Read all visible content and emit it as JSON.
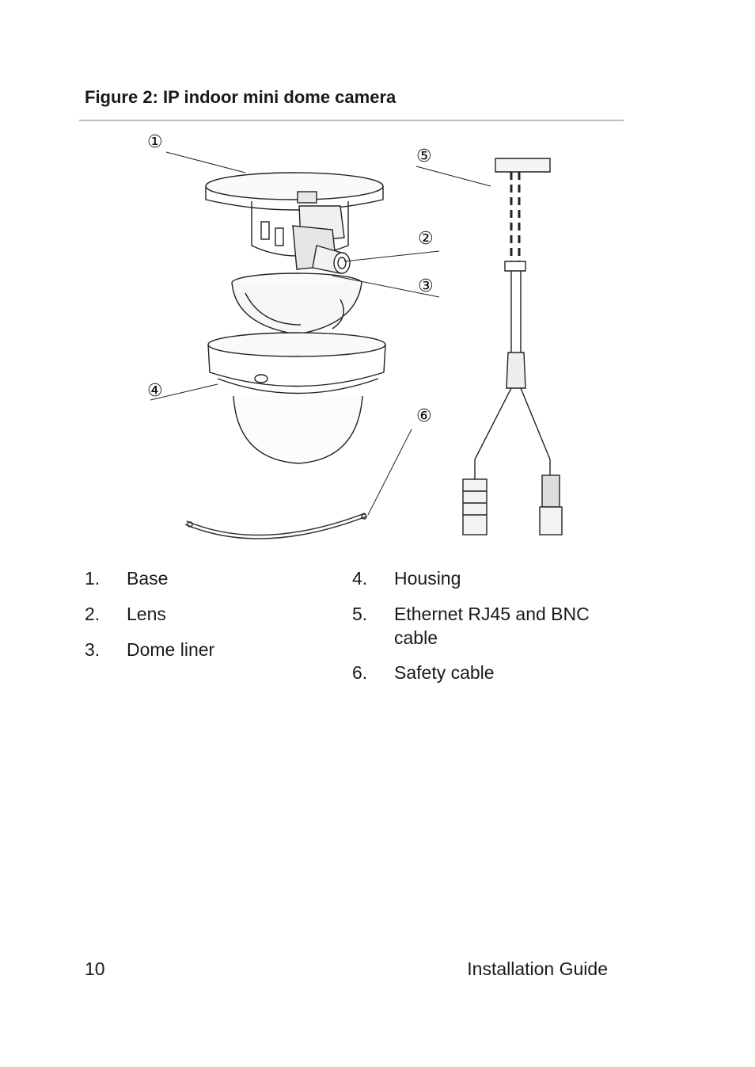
{
  "figure": {
    "title": "Figure 2: IP indoor mini dome camera",
    "callouts": [
      "①",
      "②",
      "③",
      "④",
      "⑤",
      "⑥"
    ]
  },
  "legend": [
    {
      "num": "1.",
      "text": "Base"
    },
    {
      "num": "2.",
      "text": "Lens"
    },
    {
      "num": "3.",
      "text": "Dome liner"
    },
    {
      "num": "4.",
      "text": "Housing"
    },
    {
      "num": "5.",
      "text": "Ethernet RJ45 and BNC cable"
    },
    {
      "num": "6.",
      "text": "Safety cable"
    }
  ],
  "footer": {
    "page_number": "10",
    "document_title": "Installation Guide"
  }
}
